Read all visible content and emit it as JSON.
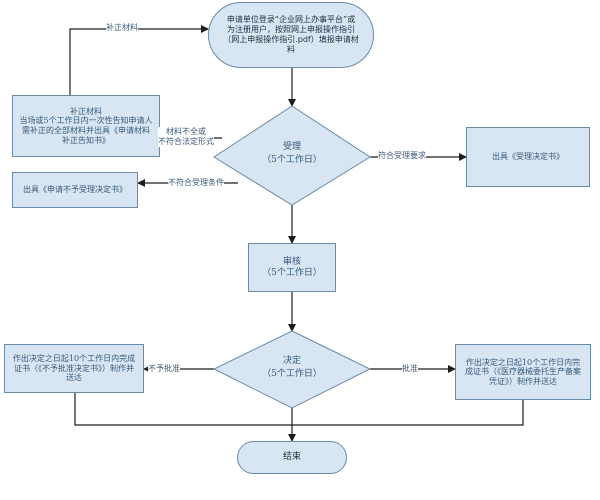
{
  "nodes": {
    "start": "申请单位登录“企业网上办事平台”或为注册用户，按照网上申报操作指引（网上申报操作指引.pdf）填报申请材料",
    "supplement": [
      "补正材料",
      "当场或5个工作日内一次性告知申请人需补正的全部材料并出具《申请材料补正告知书》"
    ],
    "not_accept": "出具《申请不予受理决定书》",
    "accept": [
      "受理",
      "（5个工作日）"
    ],
    "accept_notice": "出具《受理决定书》",
    "review": [
      "审核",
      "（5个工作日）"
    ],
    "decision": [
      "决定",
      "（5个工作日）"
    ],
    "deny_result": [
      "作出决定之日起10个工作日内完成证书（《不予批准决定书》）制作并送达"
    ],
    "approve_result": [
      "作出决定之日起10个工作日内完成证书（《医疗器械委托生产备案凭证》）制作并送达"
    ],
    "end": "结束"
  },
  "edges": {
    "supplement_to_start": "补正材料",
    "incomplete": [
      "材料不全或",
      "不符合法定形式"
    ],
    "meets": "符合受理要求",
    "not_meets": "不符合受理条件",
    "deny": "不予批准",
    "approve": "批准"
  },
  "colors": {
    "box_fill": "#d7e6f2",
    "box_border": "#6b8aa5",
    "line": "#1e1e1e",
    "text": "#3a5a7a"
  }
}
